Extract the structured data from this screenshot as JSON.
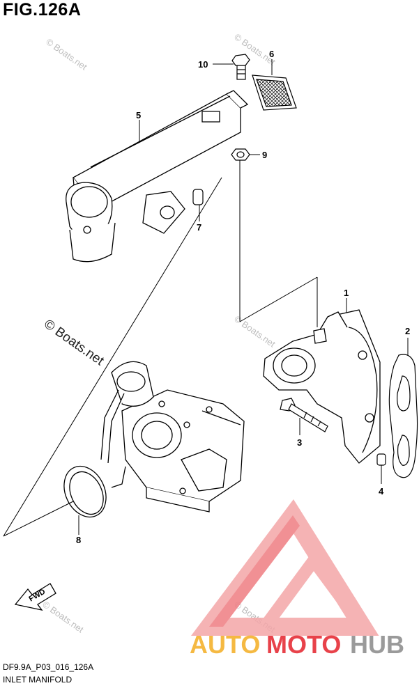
{
  "figure": {
    "title": "FIG.126A",
    "code": "DF9.9A_P03_016_126A",
    "name": "INLET MANIFOLD"
  },
  "callouts": {
    "c1": "1",
    "c2": "2",
    "c3": "3",
    "c4": "4",
    "c5": "5",
    "c6": "6",
    "c7": "7",
    "c8": "8",
    "c9": "9",
    "c10": "10"
  },
  "direction_arrow": "FWD",
  "watermark": {
    "main": "© Boats.net",
    "small": "© Boats.net"
  },
  "brand": {
    "part1": "AUTO",
    "part2": "MOTO",
    "part3": "HUB",
    "color_orange": "#f5b942",
    "color_red": "#e8424a",
    "color_grey": "#9a9a9a"
  }
}
